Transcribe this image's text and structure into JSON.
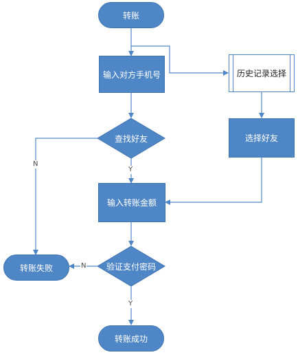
{
  "nodes": {
    "start": "转账",
    "input_phone": "输入对方手机号",
    "history": "历史记录选择",
    "find_friend": "查找好友",
    "select_friend": "选择好友",
    "input_amount": "输入转账金额",
    "verify_password": "验证支付密码",
    "fail": "转账失败",
    "success": "转账成功"
  },
  "edge_labels": {
    "find_no": "N",
    "find_yes": "Y",
    "verify_no": "N",
    "verify_yes": "Y"
  },
  "colors": {
    "fill": "#4f86c6",
    "stroke": "#3e73b2",
    "connector": "#4f86c6"
  }
}
